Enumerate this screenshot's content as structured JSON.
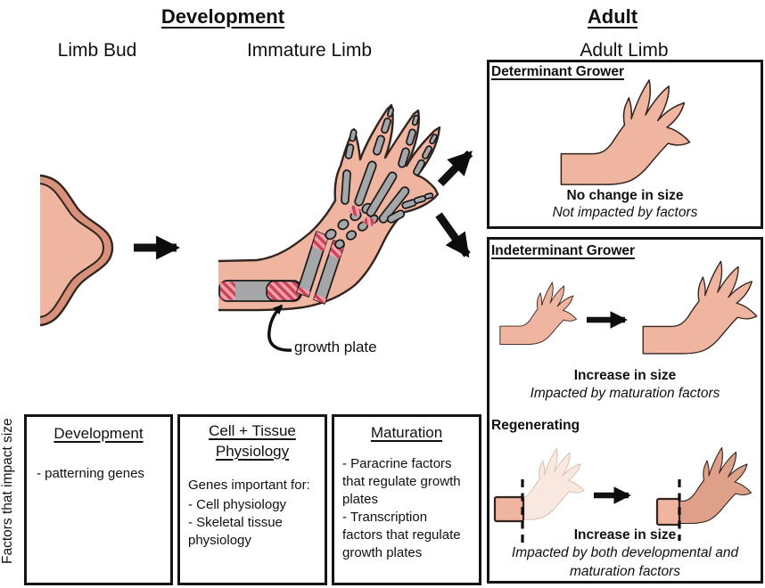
{
  "title_headers": {
    "development": "Development",
    "adult": "Adult"
  },
  "stage_labels": {
    "limb_bud": "Limb Bud",
    "immature_limb": "Immature Limb",
    "adult_limb": "Adult Limb"
  },
  "annotations": {
    "growth_plate": "growth plate",
    "side_axis": "Factors that impact size"
  },
  "adult_panels": {
    "determinant": {
      "title": "Determinant Grower",
      "caption_bold": "No change in size",
      "caption_italic": "Not impacted by factors"
    },
    "indeterminant": {
      "title": "Indeterminant Grower",
      "caption_bold": "Increase in size",
      "caption_italic": "Impacted by maturation factors"
    },
    "regenerating": {
      "title": "Regenerating",
      "caption_bold": "Increase in size",
      "caption_italic_line1": "Impacted by both developmental and",
      "caption_italic_line2": "maturation factors"
    }
  },
  "factor_boxes": [
    {
      "title": "Development",
      "lines": [
        "- patterning genes"
      ]
    },
    {
      "title": "Cell + Tissue",
      "title2": "Physiology",
      "lines": [
        "Genes important for:",
        "- Cell physiology",
        "- Skeletal tissue",
        "physiology"
      ]
    },
    {
      "title": "Maturation",
      "lines": [
        "- Paracrine factors",
        "that regulate growth",
        "plates",
        "- Transcription",
        "factors that regulate",
        "growth plates"
      ]
    }
  ],
  "colors": {
    "skin": "#F0B5A1",
    "skin_dark": "#DFA089",
    "skin_band": "#D8927C",
    "ghost_fill": "#F8E8E0",
    "ghost_line": "#D9BCB1",
    "bone": "#A5A6A8",
    "gp_base": "#F2A0AC",
    "gp_stripe": "#CC4257",
    "outline": "#32241E",
    "ink": "#111111"
  }
}
